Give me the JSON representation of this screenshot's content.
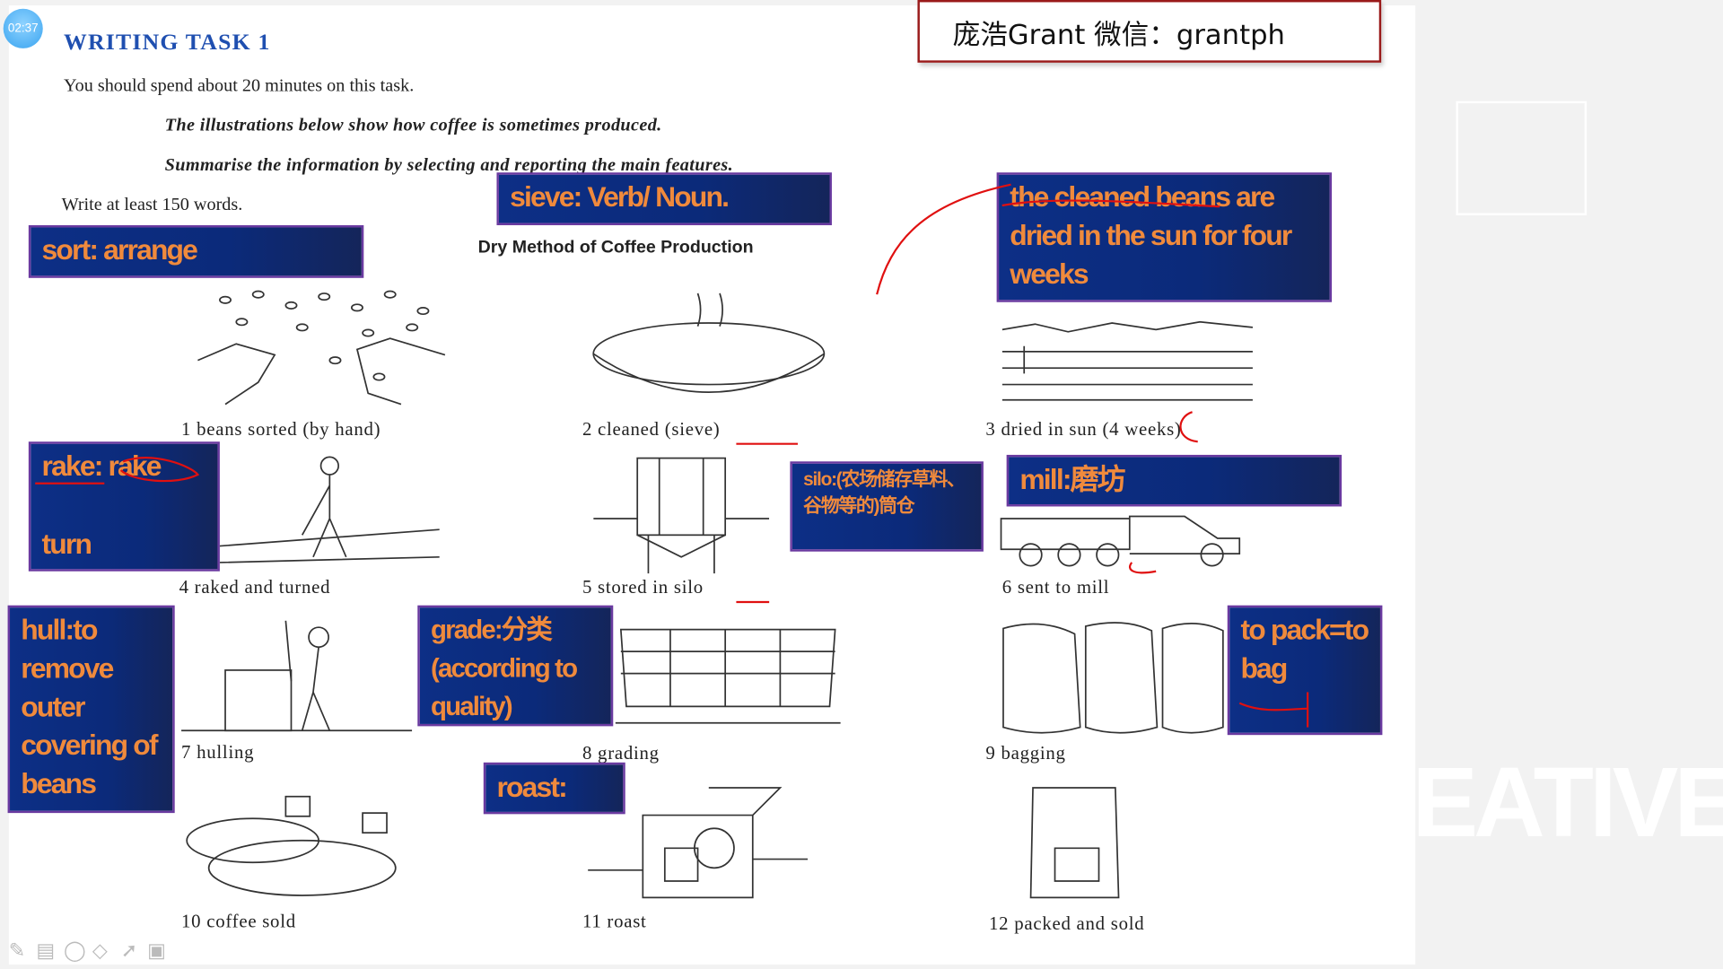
{
  "timer": "02:37",
  "watermark": "庞浩Grant   微信：grantph",
  "task": {
    "title": "WRITING TASK 1",
    "instruction": "You should spend about 20 minutes on this task.",
    "prompt1": "The illustrations below show how coffee is sometimes produced.",
    "prompt2": "Summarise the information by selecting and reporting the main features.",
    "words": "Write at least 150 words."
  },
  "diagram": {
    "title": "Dry Method of Coffee Production",
    "steps": [
      "1 beans sorted (by hand)",
      "2 cleaned (sieve)",
      "3 dried in sun (4 weeks)",
      "4 raked and turned",
      "5 stored in silo",
      "6 sent to mill",
      "7 hulling",
      "8 grading",
      "9 bagging",
      "10 coffee sold",
      "11 roast",
      "12 packed and sold"
    ]
  },
  "notes": {
    "sort": "sort: arrange",
    "sieve": "sieve: Verb/ Noun.",
    "dried": "the cleaned beans are dried in the sun for four weeks",
    "rake1": "rake: rake",
    "rake2": "turn",
    "silo": "silo:(农场储存草料、谷物等的)筒仓",
    "mill": "mill:磨坊",
    "hull": "hull:to remove outer covering of beans",
    "grade": "grade:分类 (according to quality)",
    "pack": "to pack=to bag",
    "roast": "roast:"
  },
  "background_deco": "EATIVE",
  "colors": {
    "note_bg": "#0d2f86",
    "note_text": "#f08a3c",
    "title_blue": "#1f4fb0",
    "ink": "#e01010"
  },
  "toolbar": [
    "pen-icon",
    "whiteboard-icon",
    "laser-icon",
    "eraser-icon",
    "pointer-icon",
    "camera-icon"
  ]
}
